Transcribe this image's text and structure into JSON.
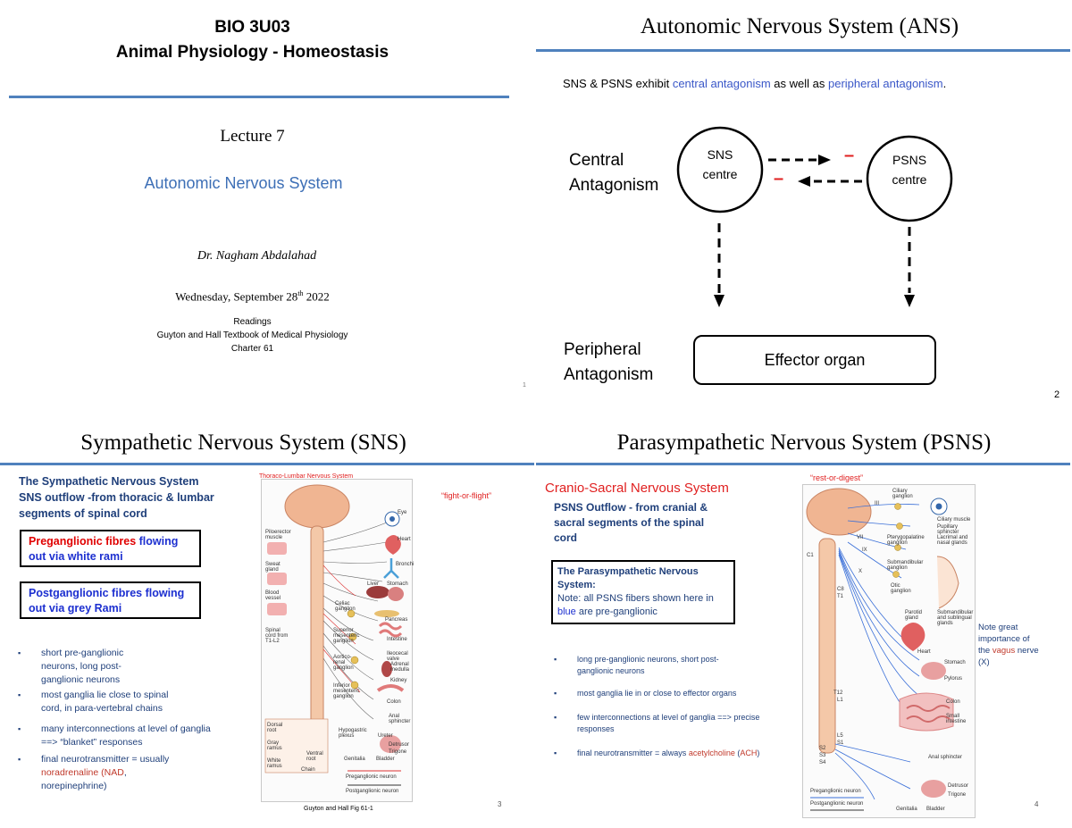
{
  "slide1": {
    "course": "BIO 3U03",
    "subtitle": "Animal Physiology - Homeostasis",
    "lecture": "Lecture 7",
    "topic": "Autonomic Nervous System",
    "instructor": "Dr. Nagham Abdalahad",
    "date_main": "Wednesday, September 28",
    "date_sup": "th",
    "date_year": " 2022",
    "readings_title": "Readings",
    "readings_book": "Guyton and Hall Textbook of Medical Physiology",
    "readings_chapter": "Charter 61",
    "page": "1"
  },
  "slide2": {
    "title": "Autonomic Nervous System (ANS)",
    "intro_a": "SNS & PSNS exhibit ",
    "intro_b": "central antagonism",
    "intro_c": " as well as  ",
    "intro_d": "peripheral antagonism",
    "intro_e": ".",
    "central_label_1": "Central",
    "central_label_2": "Antagonism",
    "sns_1": "SNS",
    "sns_2": "centre",
    "psns_1": "PSNS",
    "psns_2": "centre",
    "minus": "–",
    "peripheral_label_1": "Peripheral",
    "peripheral_label_2": "Antagonism",
    "effector": "Effector organ",
    "page": "2"
  },
  "slide3": {
    "title": "Sympathetic Nervous System (SNS)",
    "heading_1": "The Sympathetic Nervous System",
    "heading_2": "SNS outflow -from thoracic & lumbar",
    "heading_3": "segments of spinal cord",
    "box1_red": "Preganglionic  fibres ",
    "box1_blue": "flowing",
    "box1_line2": "out via white rami",
    "box2_line1": "Postganglionic  fibres flowing",
    "box2_line2": "out via grey Rami",
    "bullets": [
      [
        "short pre-ganglionic",
        "neurons, long post-",
        "ganglionic neurons"
      ],
      [
        "most ganglia lie close to spinal",
        "cord, in para-vertebral chains"
      ],
      [
        "many interconnections at level of ganglia",
        "==> “blanket” responses"
      ]
    ],
    "last_bullet_1": "final neurotransmitter = usually",
    "last_bullet_2a": "noradrenaline (",
    "last_bullet_2b": "NAD",
    "last_bullet_2c": ",",
    "last_bullet_3": "norepinephrine)",
    "figure_title": "Thoraco-Lumbar Nervous System",
    "fight": "“fight-or-flight”",
    "figure_caption": "Guyton and Hall Fig 61-1",
    "figure_labels": [
      "Eye",
      "Heart",
      "Bronchi",
      "Liver",
      "Stomach",
      "Celiac ganglion",
      "Pancreas",
      "Intestine",
      "Superior mesenteric ganglion",
      "Ileocecal valve",
      "Aortico-renal ganglion",
      "Adrenal medulla",
      "Kidney",
      "Inferior mesenteric ganglion",
      "Colon",
      "Anal sphincter",
      "Hypogastric plexus",
      "Ureter",
      "Detrusor",
      "Trigone",
      "Genitalia",
      "Bladder",
      "Piloerector muscle",
      "Sweat gland",
      "Blood vessel",
      "Spinal cord from T1-L2",
      "Dorsal root",
      "Gray ramus",
      "White ramus",
      "Ventral root",
      "Chain",
      "Preganglionic neuron",
      "Postganglionic neuron"
    ],
    "page": "3"
  },
  "slide4": {
    "title": "Parasympathetic Nervous System (PSNS)",
    "heading_red": "Cranio-Sacral Nervous System",
    "heading_1": "PSNS Outflow - from cranial &",
    "heading_2": "sacral segments of the spinal",
    "heading_3": "cord",
    "rest": "“rest-or-digest”",
    "box_title_1": "The Parasympathetic Nervous",
    "box_title_2": "System:",
    "box_note_1": "Note: all PSNS fibers shown here in",
    "box_note_2a": "blue",
    "box_note_2b": " are pre-ganglionic",
    "bullets": [
      [
        "long pre-ganglionic neurons, short post-",
        "ganglionic neurons"
      ],
      [
        "most ganglia lie in or close to effector organs"
      ],
      [
        "few interconnections at level of ganglia ==> precise",
        "responses"
      ]
    ],
    "last_bullet_a": "final neurotransmitter = always ",
    "last_bullet_b": "acetylcholine",
    "last_bullet_c": " (",
    "last_bullet_d": "ACH",
    "last_bullet_e": ")",
    "side_note_1": "Note great",
    "side_note_2": "importance of",
    "side_note_3a": "the ",
    "side_note_3b": "vagus",
    "side_note_3c": " nerve",
    "side_note_4": "(X)",
    "figure_labels": [
      "Ciliary ganglion",
      "Ciliary muscle",
      "Pupillary sphincter",
      "Pterygopalatine ganglion",
      "Lacrimal and nasal glands",
      "Submandibular ganglion",
      "Otic ganglion",
      "Parotid gland",
      "Submandibular and sublingual glands",
      "Heart",
      "Stomach",
      "Pylorus",
      "Colon",
      "Small intestine",
      "Anal sphincter",
      "Detrusor",
      "Trigone",
      "Genitalia",
      "Bladder",
      "III",
      "VII",
      "IX",
      "X",
      "C1",
      "C8",
      "T1",
      "T12",
      "L1",
      "L5",
      "S1",
      "S2",
      "S3",
      "S4",
      "Preganglionic neuron",
      "Postganglionic neuron"
    ],
    "page": "4"
  },
  "colors": {
    "rule": "#4f81bd",
    "blue": "#3a57c8",
    "red": "#e02020",
    "navy": "#1f3f7a"
  }
}
